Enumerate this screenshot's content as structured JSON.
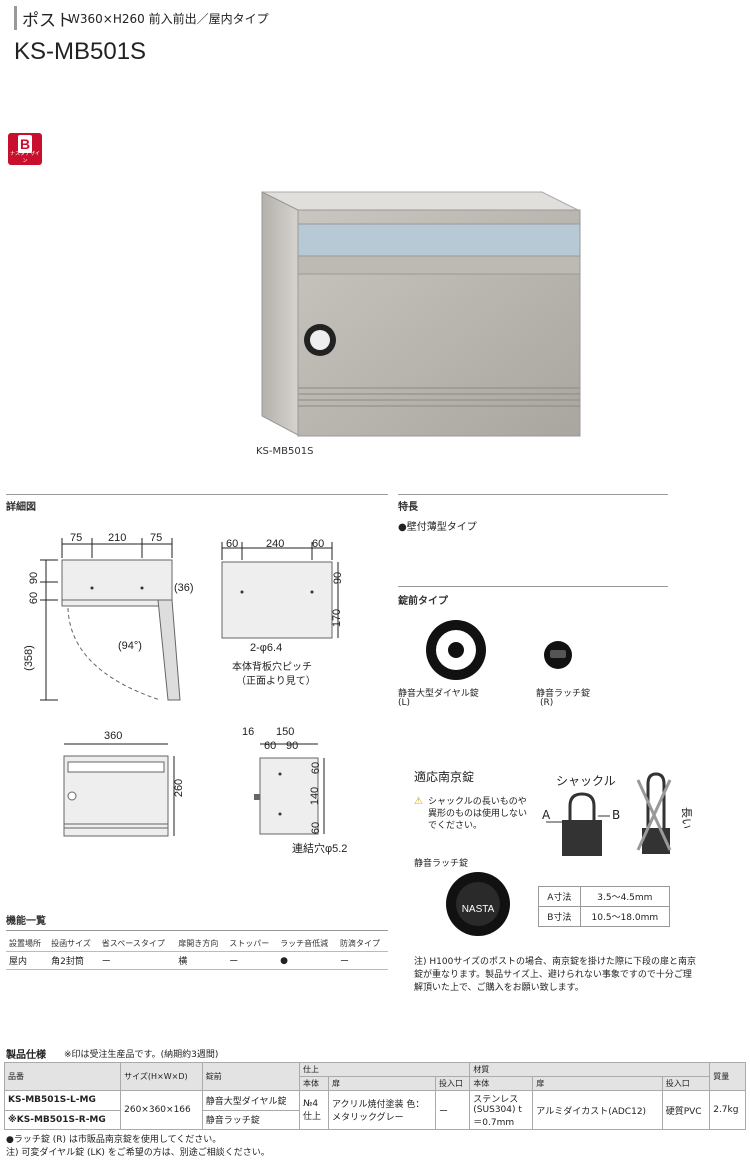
{
  "header": {
    "category": "ポスト",
    "spec": "W360×H260 前入前出／屋内タイプ",
    "model": "KS-MB501S"
  },
  "logo": {
    "letter": "B",
    "text": "ナスタデザイン"
  },
  "photo": {
    "caption": "KS-MB501S"
  },
  "detail": {
    "title": "詳細図",
    "front_top": {
      "d1": "75",
      "d2": "210",
      "d3": "75",
      "left_90": "90",
      "left_60": "60",
      "right_36": "(36)",
      "height_358": "(358)",
      "angle": "(94°)"
    },
    "back": {
      "d1": "60",
      "d2": "240",
      "d3": "60",
      "r90": "90",
      "r170": "170",
      "hole": "2-φ6.4",
      "note1": "本体背板穴ピッチ",
      "note2": "（正面より見て）"
    },
    "front": {
      "width": "360",
      "height": "260"
    },
    "side": {
      "d16": "16",
      "d150": "150",
      "d60": "60",
      "d90": "90",
      "r60a": "60",
      "r140": "140",
      "r60b": "60",
      "hole": "連結穴φ5.2"
    }
  },
  "features": {
    "title": "特長",
    "items": [
      "●壁付薄型タイプ"
    ]
  },
  "lock": {
    "title": "錠前タイプ",
    "types": [
      {
        "name": "静音大型ダイヤル錠",
        "code": "(L)"
      },
      {
        "name": "静音ラッチ錠",
        "code": "(R)"
      }
    ]
  },
  "padlock": {
    "title": "適応南京錠",
    "warning": "シャックルの長いものや異形のものは使用しないでください。",
    "shackle": "シャックル",
    "A": "A",
    "B": "B",
    "long": "長い",
    "latch_label": "静音ラッチ錠",
    "latch_brand": "NASTA",
    "dims": [
      {
        "label": "A寸法",
        "value": "3.5～4.5mm"
      },
      {
        "label": "B寸法",
        "value": "10.5～18.0mm"
      }
    ],
    "note": "注) H100サイズのポストの場合、南京錠を掛けた際に下段の扉と南京錠が重なります。製品サイズ上、避けられない事象ですので十分ご理解頂いた上で、ご購入をお願い致します。"
  },
  "functions": {
    "title": "機能一覧",
    "headers": [
      "設置場所",
      "投函サイズ",
      "省スペースタイプ",
      "扉開き方向",
      "ストッパー",
      "ラッチ音低減",
      "防滴タイプ"
    ],
    "row": [
      "屋内",
      "角2封筒",
      "ー",
      "横",
      "ー",
      "●",
      "ー"
    ]
  },
  "products": {
    "title": "製品仕様",
    "note": "※印は受注生産品です。(納期約3週間)",
    "headers": {
      "code": "品番",
      "size": "サイズ(H×W×D)",
      "lock": "錠前",
      "finish": "仕上",
      "material": "材質",
      "weight": "質量",
      "body": "本体",
      "door": "扉",
      "slot": "投入口",
      "body2": "本体",
      "door2": "扉",
      "slot2": "投入口"
    },
    "rows": [
      {
        "code": "KS-MB501S-L-MG",
        "lock": "静音大型ダイヤル錠"
      },
      {
        "code": "※KS-MB501S-R-MG",
        "lock": "静音ラッチ錠"
      }
    ],
    "common": {
      "size": "260×360×166",
      "finish_body": "№4仕上",
      "finish_door": "アクリル焼付塗装 色：メタリックグレー",
      "finish_slot": "ー",
      "mat_body": "ステンレス(SUS304) t＝0.7mm",
      "mat_door": "アルミダイカスト(ADC12)",
      "mat_slot": "硬質PVC",
      "weight": "2.7kg"
    },
    "footnotes": [
      "●ラッチ錠 (R) は市販品南京錠を使用してください。",
      "注) 可変ダイヤル錠 (LK) をご希望の方は、別途ご相談ください。"
    ]
  }
}
